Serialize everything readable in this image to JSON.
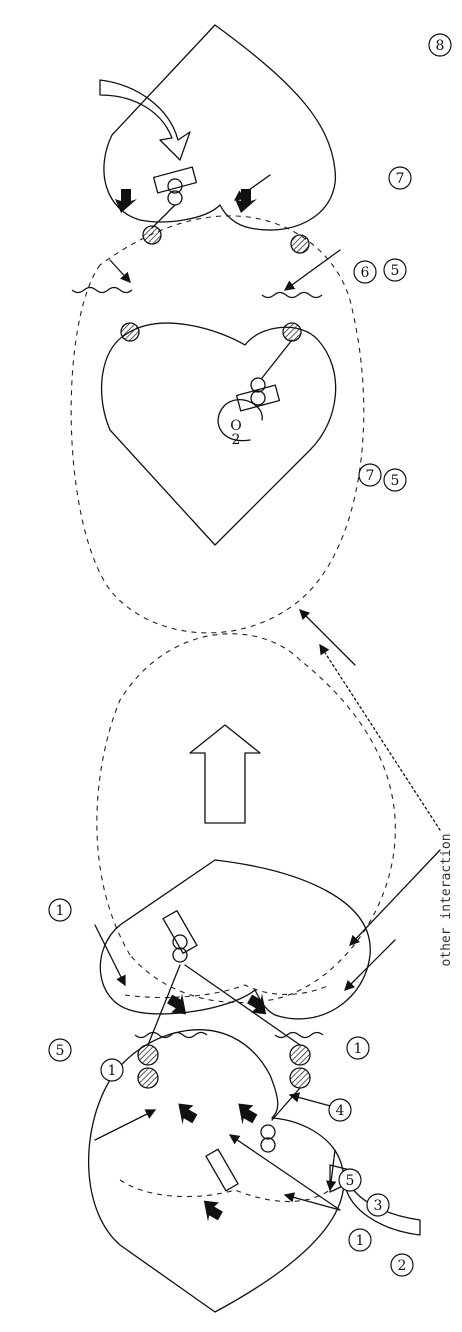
{
  "callouts": {
    "n1": "1",
    "n2": "2",
    "n3": "3",
    "n4": "4",
    "n5": "5",
    "n6": "6",
    "n7": "7",
    "n8": "8"
  },
  "oxygen": {
    "o": "O",
    "sub": "2"
  },
  "annotation": "other interaction"
}
